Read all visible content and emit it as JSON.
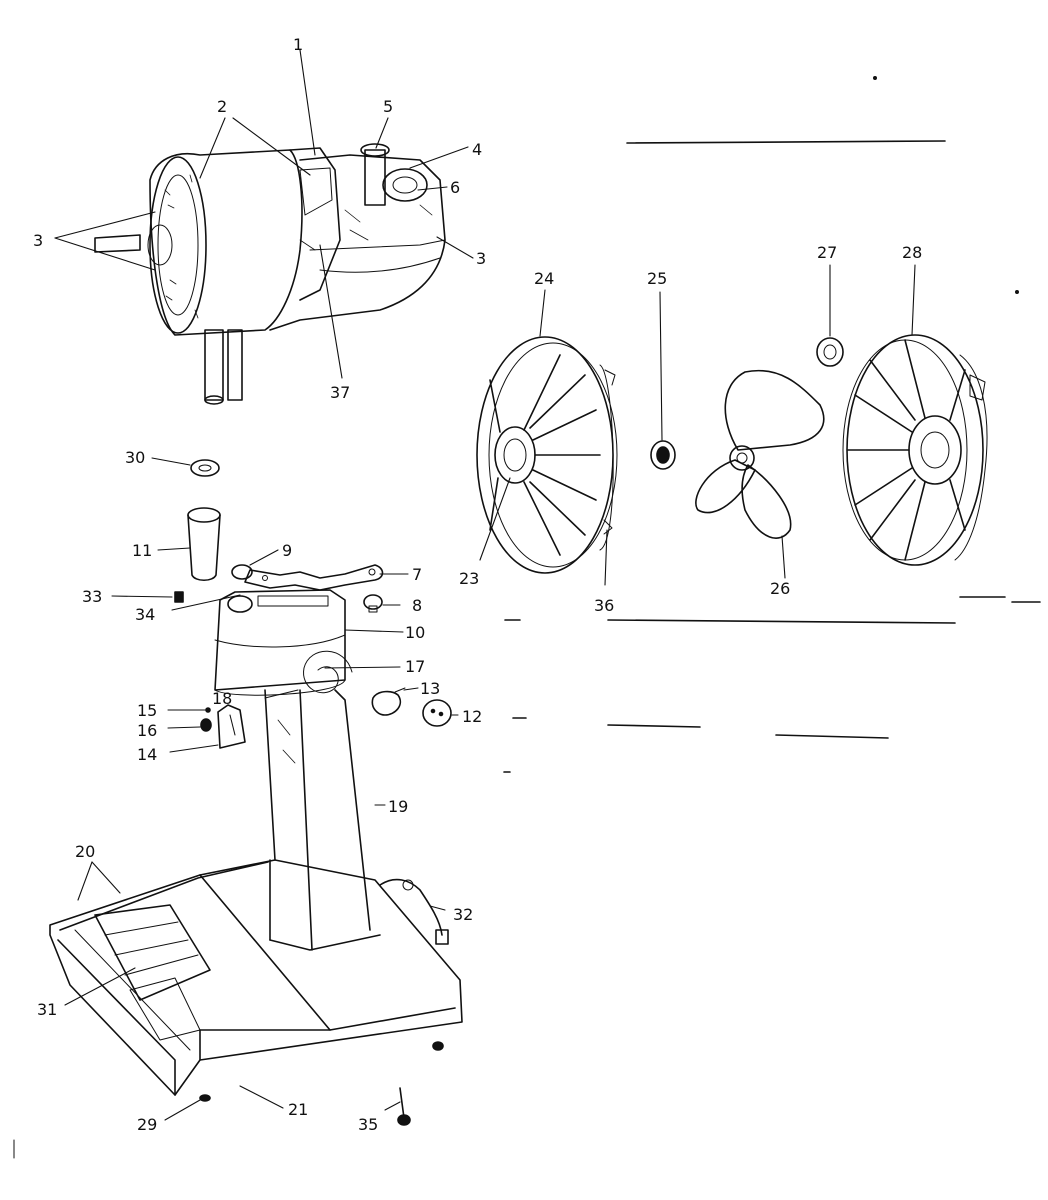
{
  "labels": {
    "l1": "1",
    "l2": "2",
    "l3a": "3",
    "l3b": "3",
    "l4": "4",
    "l5": "5",
    "l6": "6",
    "l7": "7",
    "l8": "8",
    "l9": "9",
    "l10": "10",
    "l11": "11",
    "l12": "12",
    "l13": "13",
    "l14": "14",
    "l15": "15",
    "l16": "16",
    "l17": "17",
    "l18": "18",
    "l19": "19",
    "l20": "20",
    "l21": "21",
    "l23": "23",
    "l24": "24",
    "l25": "25",
    "l26": "26",
    "l27": "27",
    "l28": "28",
    "l29": "29",
    "l30": "30",
    "l31": "31",
    "l32": "32",
    "l33": "33",
    "l34": "34",
    "l35": "35",
    "l36": "36",
    "l37": "37"
  },
  "colors": {
    "ink": "#111111",
    "paper": "#ffffff"
  }
}
